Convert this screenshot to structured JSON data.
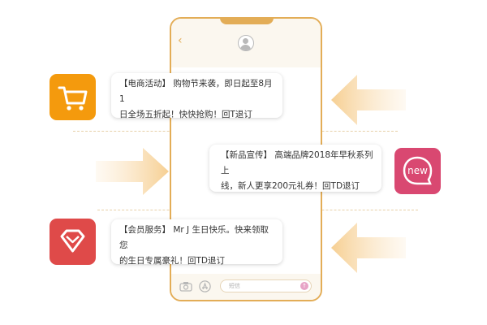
{
  "messages": [
    {
      "line1": "【电商活动】 购物节来袭，即日起至8月1",
      "line2": "日全场五折起！快快抢购！回T退订"
    },
    {
      "line1": "【新品宣传】 高端品牌2018年早秋系列上",
      "line2": "线，新人更享200元礼券！回TD退订"
    },
    {
      "line1": "【会员服务】 Mr J 生日快乐。快来领取您",
      "line2": "的生日专属豪礼！回TD退订"
    }
  ],
  "phone": {
    "input_placeholder": "短信",
    "back_glyph": "‹",
    "send_glyph": "↑"
  },
  "icons": {
    "new_label": "new"
  },
  "colors": {
    "accent_gold": "#e3ad57",
    "cart_orange": "#f49a0d",
    "new_pink": "#d94871",
    "vip_red": "#df4a49"
  }
}
